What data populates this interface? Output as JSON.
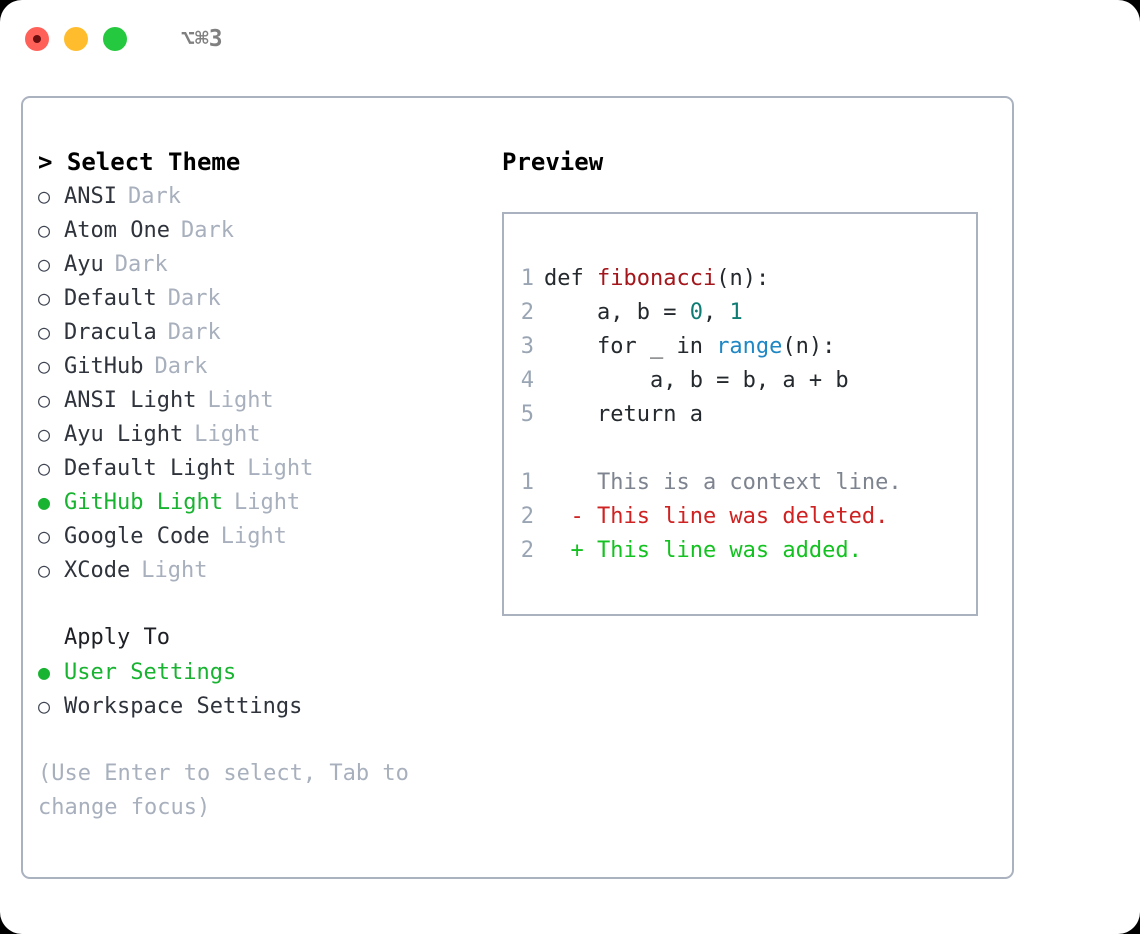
{
  "titlebar": {
    "shortcut": "⌥⌘3",
    "lights": [
      "close-light",
      "minimize-light",
      "zoom-light"
    ]
  },
  "theme_panel": {
    "heading": "> Select Theme",
    "selected_bullet": "●",
    "unselected_bullet": "○",
    "items": [
      {
        "name": "ANSI",
        "kind": "Dark",
        "selected": false
      },
      {
        "name": "Atom One",
        "kind": "Dark",
        "selected": false
      },
      {
        "name": "Ayu",
        "kind": "Dark",
        "selected": false
      },
      {
        "name": "Default",
        "kind": "Dark",
        "selected": false
      },
      {
        "name": "Dracula",
        "kind": "Dark",
        "selected": false
      },
      {
        "name": "GitHub",
        "kind": "Dark",
        "selected": false
      },
      {
        "name": "ANSI Light",
        "kind": "Light",
        "selected": false
      },
      {
        "name": "Ayu Light",
        "kind": "Light",
        "selected": false
      },
      {
        "name": "Default Light",
        "kind": "Light",
        "selected": false
      },
      {
        "name": "GitHub Light",
        "kind": "Light",
        "selected": true
      },
      {
        "name": "Google Code",
        "kind": "Light",
        "selected": false
      },
      {
        "name": "XCode",
        "kind": "Light",
        "selected": false
      }
    ]
  },
  "apply_to": {
    "label": "Apply To",
    "items": [
      {
        "name": "User Settings",
        "selected": true
      },
      {
        "name": "Workspace Settings",
        "selected": false
      }
    ]
  },
  "hint": "(Use Enter to select, Tab to change focus)",
  "preview": {
    "heading": "Preview",
    "code_lines": [
      {
        "no": "1",
        "parts": [
          {
            "t": "def ",
            "c": "codetext"
          },
          {
            "t": "fibonacci",
            "c": "tok-func"
          },
          {
            "t": "(n):",
            "c": "codetext"
          }
        ]
      },
      {
        "no": "2",
        "parts": [
          {
            "t": "    a, b = ",
            "c": "codetext"
          },
          {
            "t": "0",
            "c": "tok-num"
          },
          {
            "t": ", ",
            "c": "codetext"
          },
          {
            "t": "1",
            "c": "tok-num"
          }
        ]
      },
      {
        "no": "3",
        "parts": [
          {
            "t": "    for _ in ",
            "c": "codetext"
          },
          {
            "t": "range",
            "c": "tok-call"
          },
          {
            "t": "(n):",
            "c": "codetext"
          }
        ]
      },
      {
        "no": "4",
        "parts": [
          {
            "t": "        a, b = b, a + b",
            "c": "codetext"
          }
        ]
      },
      {
        "no": "5",
        "parts": [
          {
            "t": "    return a",
            "c": "codetext"
          }
        ]
      }
    ],
    "diff_lines": [
      {
        "no": "1",
        "marker": "  ",
        "text": "This is a context line.",
        "cls": "diff-ctx"
      },
      {
        "no": "2",
        "marker": "- ",
        "text": "This line was deleted.",
        "cls": "diff-del"
      },
      {
        "no": "2",
        "marker": "+ ",
        "text": "This line was added.",
        "cls": "diff-add"
      }
    ]
  },
  "colors": {
    "accent_green": "#18b330",
    "muted": "#a8b0bd",
    "border": "#aab2c0",
    "func_red": "#a3161b",
    "number_teal": "#0e7c73",
    "call_blue": "#1e87c4",
    "diff_add": "#13c220",
    "diff_del": "#cf2222"
  }
}
